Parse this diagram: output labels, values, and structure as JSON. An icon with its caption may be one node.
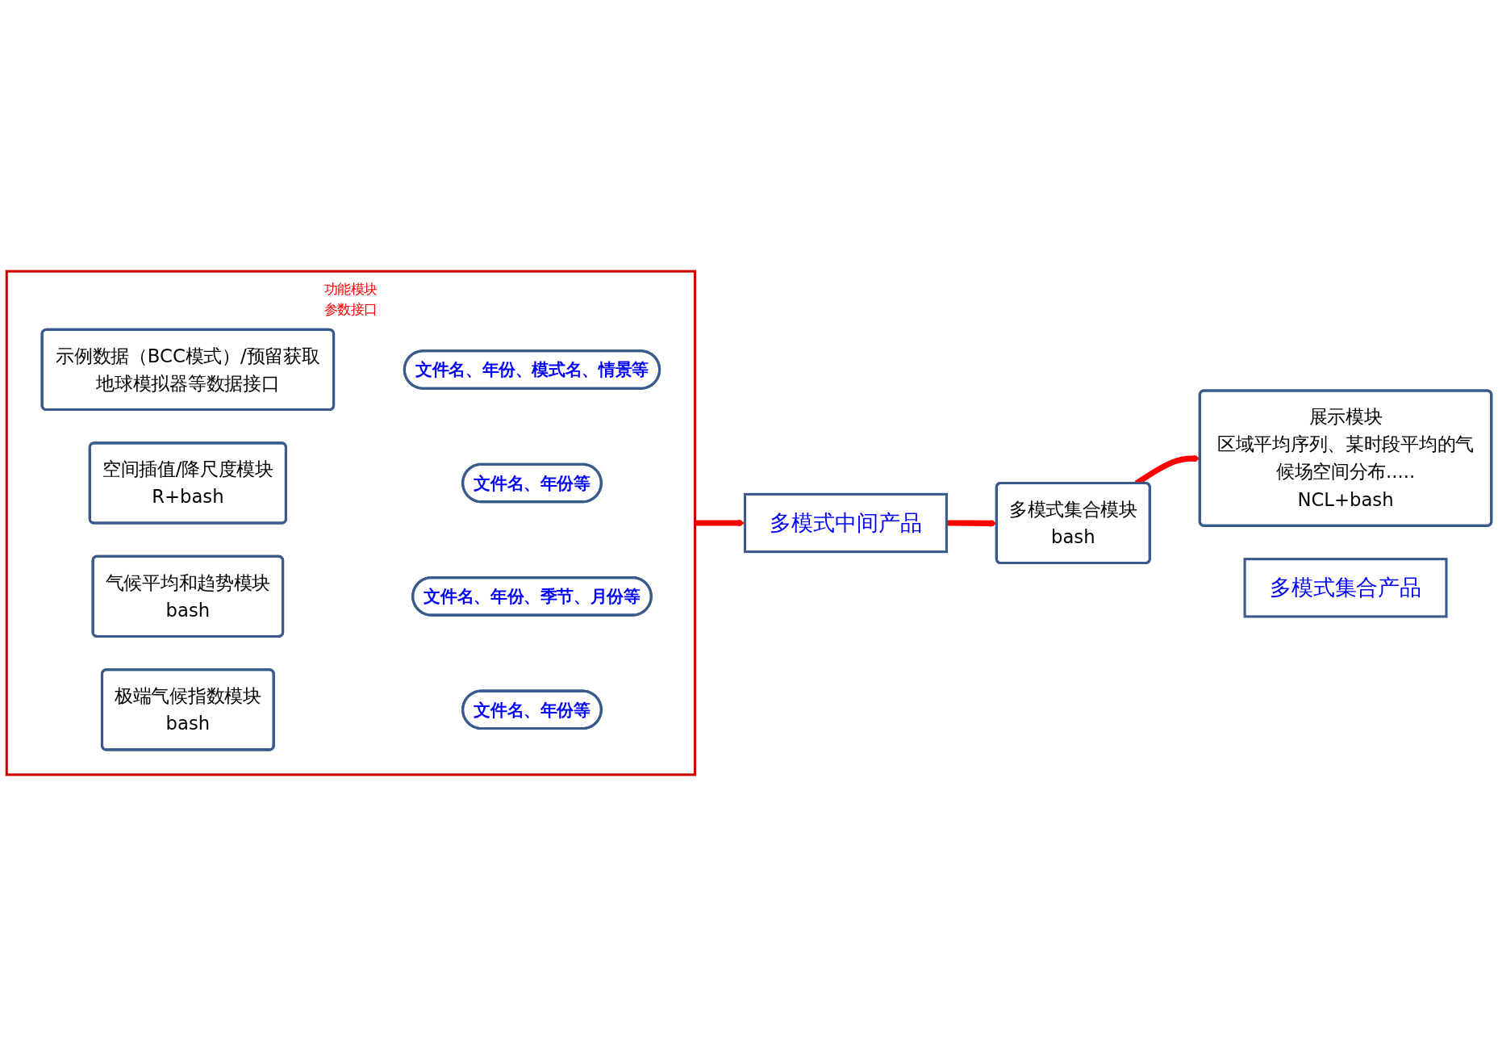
{
  "diagram": {
    "nodes": [
      {
        "text": [
          "功能模块",
          "参数接口"
        ]
      },
      {
        "text": [
          "示例数据（BCC模式）/预留获取地球模拟器等数据接口"
        ],
        "in": 0
      },
      {
        "text": [
          "文件名、年份、模式名、情景等"
        ],
        "in": 0
      },
      {
        "text": [
          "空间插值/降尺度模块",
          "R+bash"
        ],
        "in": 0
      },
      {
        "text": [
          "文件名、年份等"
        ],
        "in": 0
      },
      {
        "text": [
          "气候平均和趋势模块",
          "bash"
        ],
        "in": 0
      },
      {
        "text": [
          "文件名、年份、季节、月份等"
        ],
        "in": 0
      },
      {
        "text": [
          "极端气候指数模块",
          "bash"
        ],
        "in": 0
      },
      {
        "text": [
          "文件名、年份等"
        ],
        "in": 0
      },
      {
        "text": [
          "多模式中间产品"
        ]
      },
      {
        "text": [
          "多模式集合模块",
          "bash"
        ]
      },
      {
        "text": [
          "多模式集合产品"
        ]
      },
      {
        "text": [
          "展示模块",
          "区域平均序列、某时段平均的气候场空间分布.....",
          "NCL+bash"
        ]
      }
    ],
    "edges": [
      {
        "from": 0,
        "to": 9,
        "arrow": "to"
      },
      {
        "from": 9,
        "to": 10,
        "arrow": "to"
      },
      {
        "from": 10,
        "to": 12,
        "arrow": "to"
      }
    ]
  }
}
